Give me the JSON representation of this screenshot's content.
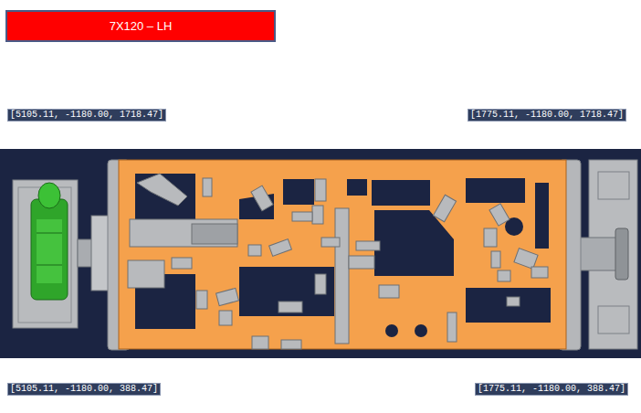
{
  "diagram": {
    "title": "7X120 – LH",
    "labels": [
      "[5105.11, -1180.00, 1718.47]",
      "[1775.11, -1180.00, 1718.47]",
      "[5105.11, -1180.00, 388.47]",
      "[1775.11, -1180.00, 388.47]"
    ]
  }
}
